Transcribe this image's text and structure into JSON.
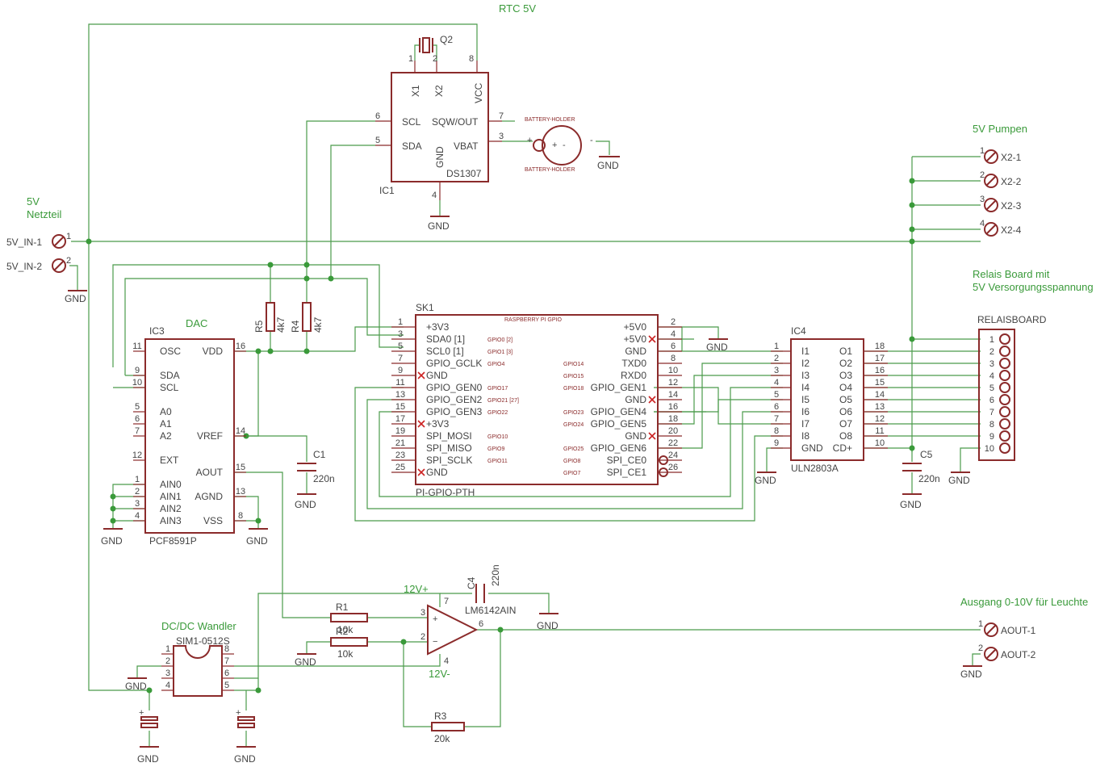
{
  "labels": {
    "rtc": "RTC 5V",
    "v5": "5V",
    "netzteil": "Netzteil",
    "pumpen": "5V Pumpen",
    "relais1": "Relais Board mit",
    "relais2": "5V Versorgungsspannung",
    "dac": "DAC",
    "dcdc": "DC/DC Wandler",
    "ausgang": "Ausgang 0-10V für Leuchte",
    "v12p": "12V+",
    "v12m": "12V-",
    "gnd": "GND"
  },
  "parts": {
    "ds1307": {
      "name": "IC1",
      "value": "DS1307",
      "pins": {
        "x1": "X1",
        "x2": "X2",
        "vcc": "VCC",
        "scl": "SCL",
        "sda": "SDA",
        "sqw": "SQW/OUT",
        "vbat": "VBAT",
        "gnd": "GND"
      }
    },
    "q2": {
      "name": "Q2"
    },
    "dac": {
      "name": "IC3",
      "value": "PCF8591P",
      "left": [
        "OSC",
        "SDA",
        "SCL",
        "A0",
        "A1",
        "A2",
        "EXT",
        "AIN0",
        "AIN1",
        "AIN2",
        "AIN3"
      ],
      "leftnum": [
        "11",
        "9",
        "10",
        "5",
        "6",
        "7",
        "12",
        "1",
        "2",
        "3",
        "4"
      ],
      "right": [
        "VDD",
        "VREF",
        "AOUT",
        "AGND",
        "VSS"
      ],
      "rightnum": [
        "16",
        "14",
        "15",
        "13",
        "8"
      ]
    },
    "pi": {
      "name": "SK1",
      "value": "PI-GPIO-PTH",
      "left": [
        "+3V3",
        "SDA0 [1]",
        "SCL0 [1]",
        "GPIO_GCLK",
        "GND",
        "GPIO_GEN0",
        "GPIO_GEN2",
        "GPIO_GEN3",
        "+3V3",
        "SPI_MOSI",
        "SPI_MISO",
        "SPI_SCLK",
        "GND"
      ],
      "leftnum": [
        "1",
        "3",
        "5",
        "7",
        "9",
        "11",
        "13",
        "15",
        "17",
        "19",
        "21",
        "23",
        "25"
      ],
      "right": [
        "+5V0",
        "+5V0",
        "GND",
        "TXD0",
        "RXD0",
        "GPIO_GEN1",
        "GND",
        "GPIO_GEN4",
        "GPIO_GEN5",
        "GND",
        "GPIO_GEN6",
        "SPI_CE0",
        "SPI_CE1"
      ],
      "rightnum": [
        "2",
        "4",
        "6",
        "8",
        "10",
        "12",
        "14",
        "16",
        "18",
        "20",
        "22",
        "24",
        "26"
      ]
    },
    "uln": {
      "name": "IC4",
      "value": "ULN2803A",
      "left": [
        "I1",
        "I2",
        "I3",
        "I4",
        "I5",
        "I6",
        "I7",
        "I8",
        "GND"
      ],
      "leftnum": [
        "1",
        "2",
        "3",
        "4",
        "5",
        "6",
        "7",
        "8",
        "9"
      ],
      "right": [
        "O1",
        "O2",
        "O3",
        "O4",
        "O5",
        "O6",
        "O7",
        "O8",
        "CD+"
      ],
      "rightnum": [
        "18",
        "17",
        "16",
        "15",
        "14",
        "13",
        "12",
        "11",
        "10"
      ]
    },
    "relais": {
      "name": "RELAISBOARD",
      "pins": [
        "1",
        "2",
        "3",
        "4",
        "5",
        "6",
        "7",
        "8",
        "9",
        "10"
      ]
    },
    "r5": {
      "name": "R5",
      "value": "4k7"
    },
    "r4": {
      "name": "R4",
      "value": "4k7"
    },
    "c1": {
      "name": "C1",
      "value": "220n"
    },
    "c5": {
      "name": "C5",
      "value": "220n"
    },
    "c4": {
      "name": "C4",
      "value": "220n"
    },
    "r1": {
      "name": "R1",
      "value": "10k"
    },
    "r2": {
      "name": "R2",
      "value": "10k"
    },
    "r3": {
      "name": "R3",
      "value": "20k"
    },
    "opamp": {
      "value": "LM6142AIN"
    },
    "sim": {
      "value": "SIM1-0512S"
    }
  },
  "terminals": {
    "in1": "5V_IN-1",
    "in2": "5V_IN-2",
    "x21": "X2-1",
    "x22": "X2-2",
    "x23": "X2-3",
    "x24": "X2-4",
    "aout1": "AOUT-1",
    "aout2": "AOUT-2"
  },
  "colors": {
    "wire": "#4b9b4b",
    "part": "#8b2b2b",
    "net_label": "#3a9a3a",
    "noconnect": "#cc2222"
  }
}
